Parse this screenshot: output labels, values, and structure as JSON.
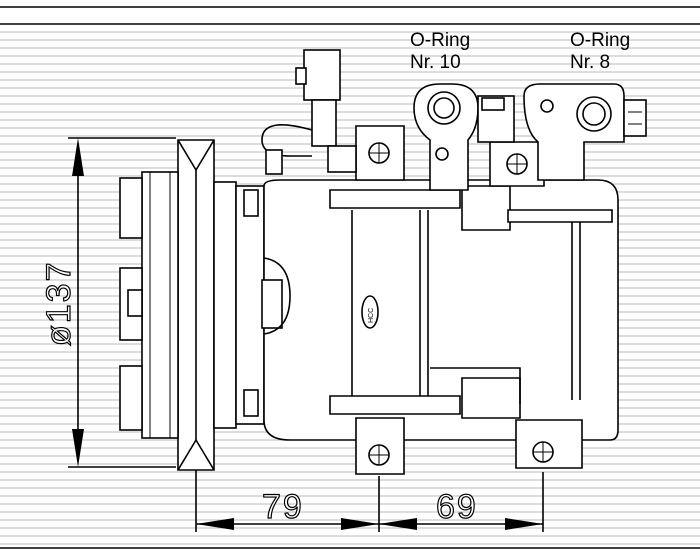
{
  "callouts": {
    "oring_left_line1": "O-Ring",
    "oring_left_line2": "Nr. 10",
    "oring_right_line1": "O-Ring",
    "oring_right_line2": "Nr. 8"
  },
  "dimensions": {
    "diameter": "ø137",
    "length_a": "79",
    "length_b": "69"
  },
  "body_mark": "HCC"
}
